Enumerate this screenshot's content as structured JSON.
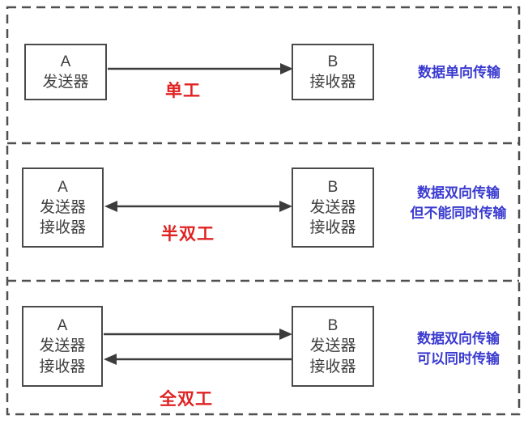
{
  "colors": {
    "accent_red": "#e02222",
    "accent_blue": "#3a3ad0",
    "line": "#3c3c3c",
    "box_border": "#4a4a4a",
    "frame_border": "#4f4f4f",
    "text": "#3f3f3f"
  },
  "sections": [
    {
      "id": "simplex",
      "mode_label": "单工",
      "note_lines": [
        "数据单向传输"
      ],
      "box_a": {
        "lines": [
          "A",
          "发送器"
        ]
      },
      "box_b": {
        "lines": [
          "B",
          "接收器"
        ]
      }
    },
    {
      "id": "half-duplex",
      "mode_label": "半双工",
      "note_lines": [
        "数据双向传输",
        "但不能同时传输"
      ],
      "box_a": {
        "lines": [
          "A",
          "发送器",
          "接收器"
        ]
      },
      "box_b": {
        "lines": [
          "B",
          "发送器",
          "接收器"
        ]
      }
    },
    {
      "id": "full-duplex",
      "mode_label": "全双工",
      "note_lines": [
        "数据双向传输",
        "可以同时传输"
      ],
      "box_a": {
        "lines": [
          "A",
          "发送器",
          "接收器"
        ]
      },
      "box_b": {
        "lines": [
          "B",
          "发送器",
          "接收器"
        ]
      }
    }
  ]
}
